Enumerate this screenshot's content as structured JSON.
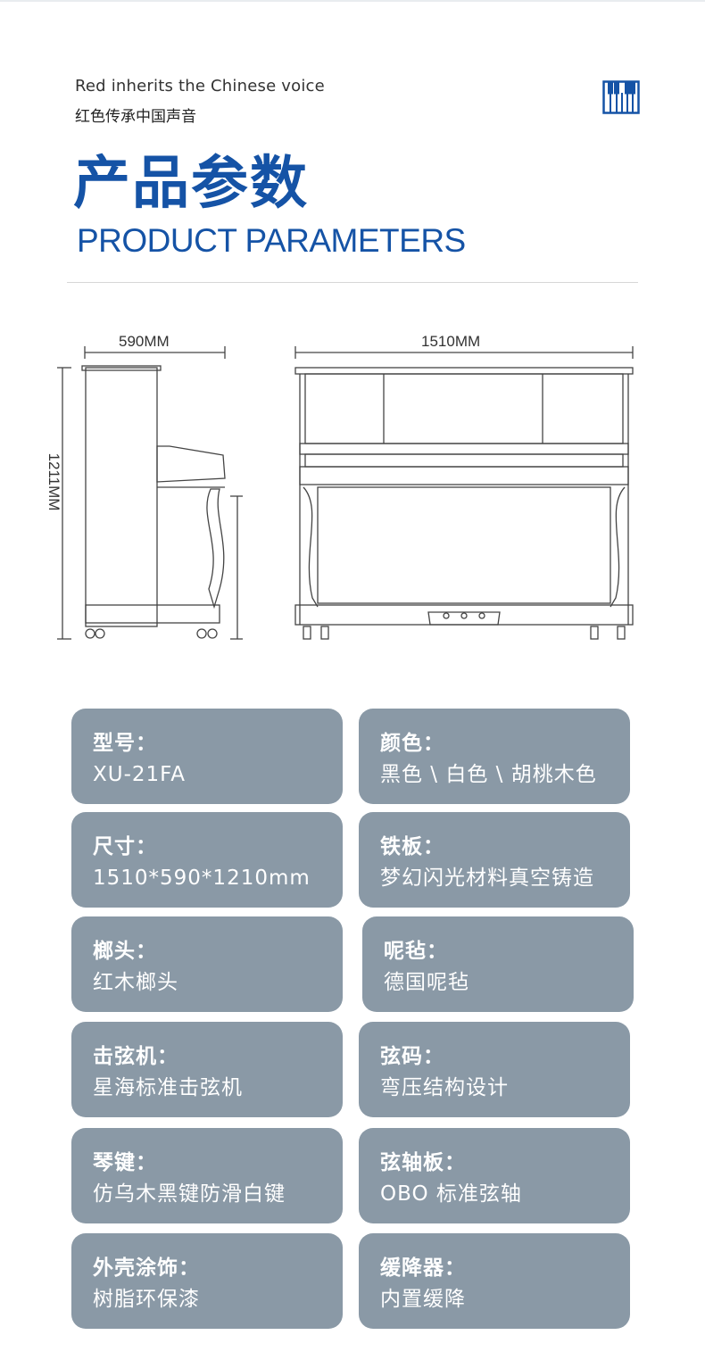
{
  "header": {
    "tagline_en": "Red inherits the Chinese voice",
    "tagline_cn": "红色传承中国声音",
    "title_cn": "产品参数",
    "title_en": "PRODUCT PARAMETERS",
    "logo_icon": "piano-keys-icon",
    "accent_color": "#1553a6"
  },
  "diagram": {
    "side_width_label": "590MM",
    "height_label": "1211MM",
    "front_width_label": "1510MM"
  },
  "specs": [
    {
      "label": "型号：",
      "value": "XU-21FA"
    },
    {
      "label": "颜色：",
      "value": "黑色 \\ 白色 \\ 胡桃木色"
    },
    {
      "label": "尺寸：",
      "value": "1510*590*1210mm"
    },
    {
      "label": "铁板：",
      "value": "梦幻闪光材料真空铸造"
    },
    {
      "label": "榔头：",
      "value": "红木榔头"
    },
    {
      "label": "呢毡：",
      "value": "德国呢毡"
    },
    {
      "label": "击弦机：",
      "value": "星海标准击弦机"
    },
    {
      "label": "弦码：",
      "value": "弯压结构设计"
    },
    {
      "label": "琴键：",
      "value": "仿乌木黑键防滑白键"
    },
    {
      "label": "弦轴板：",
      "value": "OBO 标准弦轴"
    },
    {
      "label": "外壳涂饰：",
      "value": "树脂环保漆"
    },
    {
      "label": "缓降器：",
      "value": "内置缓降"
    }
  ],
  "card_color": "#8a99a6"
}
